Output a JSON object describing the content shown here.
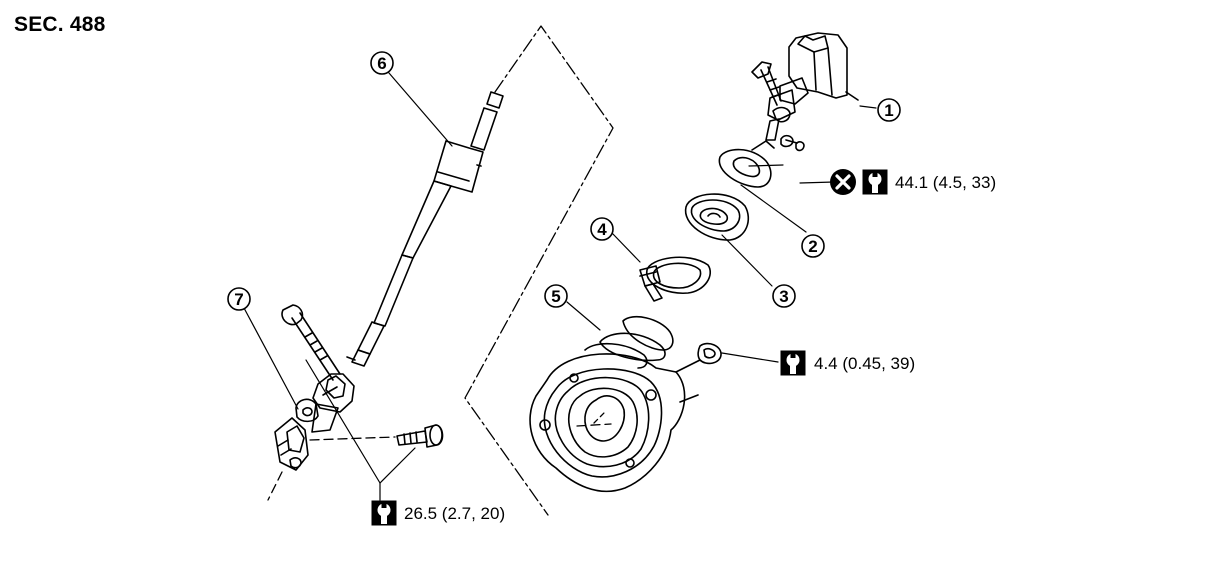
{
  "section_label": "SEC. 488",
  "callouts": [
    {
      "id": "callout-1",
      "number": "1"
    },
    {
      "id": "callout-2",
      "number": "2"
    },
    {
      "id": "callout-3",
      "number": "3"
    },
    {
      "id": "callout-4",
      "number": "4"
    },
    {
      "id": "callout-5",
      "number": "5"
    },
    {
      "id": "callout-6",
      "number": "6"
    },
    {
      "id": "callout-7",
      "number": "7"
    }
  ],
  "torque_specs": [
    {
      "id": "torque-1",
      "value": "44.1 (4.5, 33)",
      "icons": [
        "do-not-reuse-icon",
        "torque-wrench-icon"
      ]
    },
    {
      "id": "torque-2",
      "value": "4.4 (0.45, 39)",
      "icons": [
        "torque-wrench-icon"
      ]
    },
    {
      "id": "torque-3",
      "value": "26.5 (2.7, 20)",
      "icons": [
        "torque-wrench-icon"
      ]
    }
  ]
}
